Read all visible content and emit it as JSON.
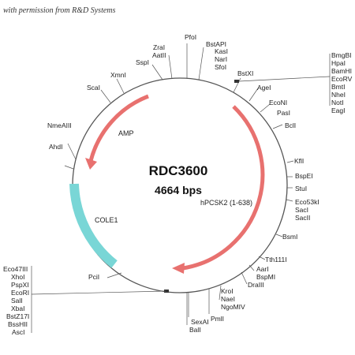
{
  "credit": "with permission from R&D Systems",
  "plasmid": {
    "name": "RDC3600",
    "size": "4664 bps"
  },
  "features": [
    {
      "name": "AMP",
      "color": "#e8716f"
    },
    {
      "name": "hPCSK2 (1-638)",
      "color": "#e8716f"
    },
    {
      "name": "COLE1",
      "color": "#79d6d6"
    }
  ],
  "sites": {
    "top": [
      "PfoI",
      "ZraI",
      "AatII",
      "SspI",
      "BstAPI",
      "KasI",
      "NarI",
      "SfoI"
    ],
    "topright": [
      "BstXI",
      "AgeI",
      "EcoNI",
      "PasI",
      "BclI"
    ],
    "mcs1": [
      "BmgBI",
      "HpaI",
      "BamHI",
      "EcoRV",
      "BmtI",
      "NheI",
      "NotI",
      "EagI"
    ],
    "right": [
      "KflI",
      "BspEI",
      "StuI",
      "Eco53kI",
      "SacI",
      "SacII",
      "BsmI",
      "Tth111I",
      "AarI",
      "BspMI",
      "DraIII"
    ],
    "bottom": [
      "KroI",
      "NaeI",
      "NgoMIV",
      "PmlI",
      "SexAI",
      "BalI"
    ],
    "left": [
      "XmnI",
      "ScaI",
      "NmeAIII",
      "AhdI",
      "PciI"
    ],
    "mcs2": [
      "Eco47III",
      "XhoI",
      "PspXI",
      "EcoRI",
      "SalI",
      "XbaI",
      "BstZ17I",
      "BssHII",
      "AscI"
    ]
  }
}
